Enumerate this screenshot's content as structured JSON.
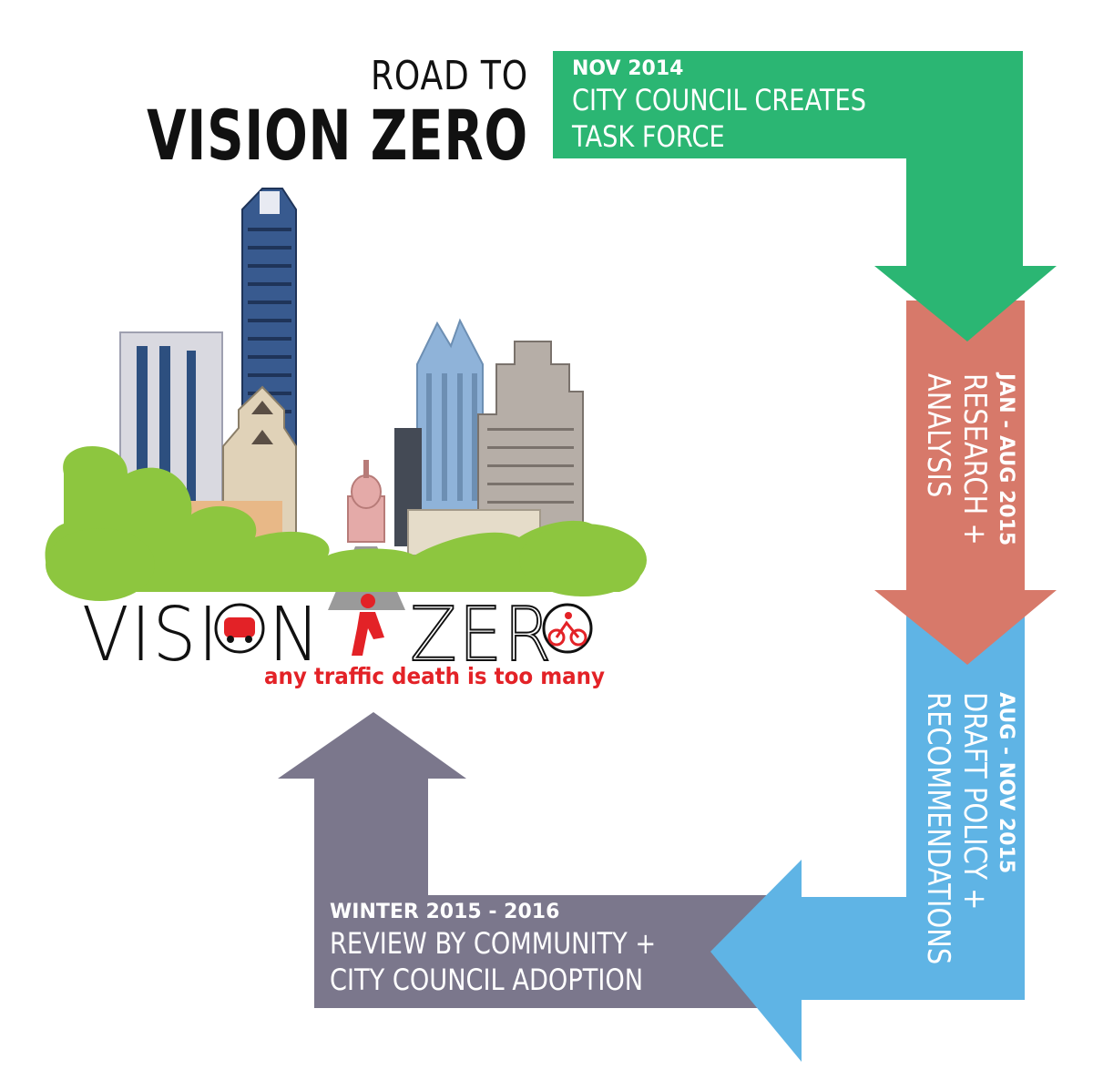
{
  "title": {
    "line1": "ROAD TO",
    "line2": "VISION ZERO"
  },
  "colors": {
    "step1": "#2bb673",
    "step2": "#d7796a",
    "step3": "#5fb4e5",
    "step4": "#7b778c",
    "text_dark": "#111111",
    "accent_red": "#e32227",
    "tree_green": "#8dc63f"
  },
  "steps": [
    {
      "date": "NOV 2014",
      "description_lines": [
        "CITY COUNCIL CREATES",
        "TASK FORCE"
      ]
    },
    {
      "date": "JAN - AUG 2015",
      "description_lines": [
        "RESEARCH +",
        "ANALYSIS"
      ]
    },
    {
      "date": "AUG - NOV 2015",
      "description_lines": [
        "DRAFT POLICY +",
        "RECOMMENDATIONS"
      ]
    },
    {
      "date": "WINTER 2015 - 2016",
      "description_lines": [
        "REVIEW BY COMMUNITY +",
        "CITY COUNCIL ADOPTION"
      ]
    }
  ],
  "logo": {
    "word_left": "VISI",
    "word_left_end": "N",
    "word_right": "ZER",
    "tagline": "any traffic death is too many",
    "icons": [
      "car-icon",
      "pedestrian-icon",
      "bicycle-icon"
    ]
  }
}
